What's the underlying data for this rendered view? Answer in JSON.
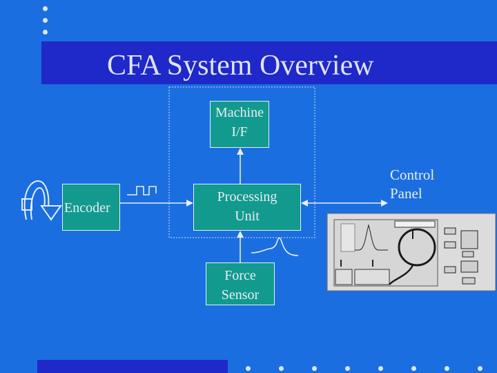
{
  "title": "CFA System Overview",
  "nodes": {
    "encoder": "Encoder",
    "processing_unit": [
      "Processing",
      "Unit"
    ],
    "machine_if": [
      "Machine",
      "I/F"
    ],
    "force_sensor": [
      "Force",
      "Sensor"
    ],
    "control_panel": [
      "Control",
      "Panel"
    ]
  },
  "colors": {
    "background": "#1a6ee0",
    "title_band": "#1f28c8",
    "box_fill": "#139a8e",
    "line": "#e8eef5"
  },
  "icons": [
    "bullet-dot",
    "rotary-encoder-icon",
    "square-pulse-icon",
    "force-peak-icon",
    "control-panel-device-icon"
  ]
}
